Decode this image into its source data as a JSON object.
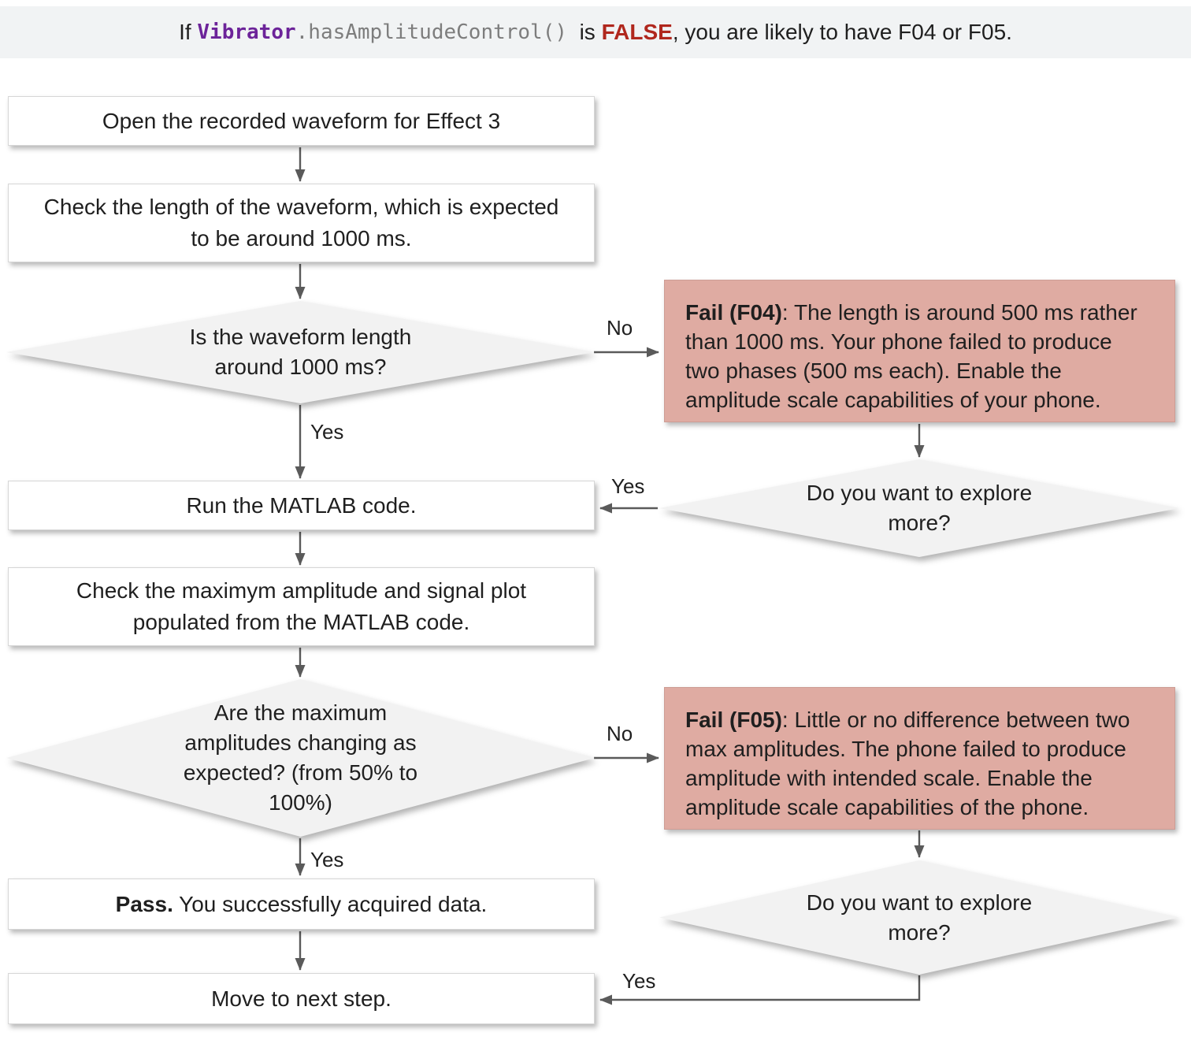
{
  "banner": {
    "prefix": "If ",
    "code_class": "Vibrator",
    "code_method": ".hasAmplitudeControl()",
    "middle": "  is ",
    "code_false": "FALSE",
    "suffix": ", you are likely to have F04 or F05."
  },
  "flow": {
    "open_waveform": {
      "text": "Open the recorded waveform for Effect 3"
    },
    "check_length": {
      "lines": [
        "Check the length of the waveform, which is expected",
        "to be around 1000 ms."
      ]
    },
    "length_question": {
      "lines": [
        "Is the waveform length",
        "around 1000 ms?"
      ]
    },
    "fail_f04": {
      "title": "Fail (F04)",
      "line1_rest": ": The length is around 500 ms rather",
      "lines": [
        "than 1000 ms. Your phone failed to produce",
        "two phases (500 ms each). Enable the",
        "amplitude scale capabilities of your phone."
      ]
    },
    "explore_more_1": {
      "lines": [
        "Do you want to explore",
        "more?"
      ]
    },
    "run_matlab": {
      "text": "Run the MATLAB code."
    },
    "check_amplitude": {
      "lines": [
        "Check the maximym amplitude and signal plot",
        "populated from the MATLAB code."
      ]
    },
    "amplitude_question": {
      "lines": [
        "Are the maximum",
        "amplitudes changing as",
        "expected? (from 50% to",
        "100%)"
      ]
    },
    "fail_f05": {
      "title": "Fail (F05)",
      "line1_rest": ": Little or no difference between two",
      "lines": [
        "max amplitudes. The phone failed to produce",
        "amplitude with intended scale. Enable the",
        "amplitude scale capabilities of the phone."
      ]
    },
    "explore_more_2": {
      "lines": [
        "Do you want to explore",
        "more?"
      ]
    },
    "pass": {
      "title": "Pass.",
      "rest": " You successfully acquired data."
    },
    "next_step": {
      "text": "Move to next step."
    }
  },
  "edge_labels": {
    "length_no": "No",
    "length_yes": "Yes",
    "explore1_yes": "Yes",
    "amplitude_no": "No",
    "amplitude_yes": "Yes",
    "explore2_yes": "Yes"
  },
  "colors": {
    "fail_bg": "#dfaba2",
    "diamond_bg": "#f2f2f2",
    "banner_bg": "#f1f3f4",
    "code_purple": "#6c2399",
    "false_red": "#b0271d",
    "arrow_gray": "#5a5a5a"
  }
}
